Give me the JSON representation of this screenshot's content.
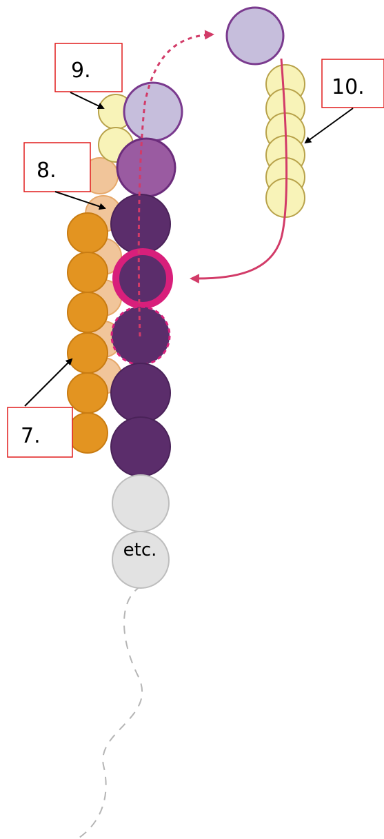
{
  "labels": {
    "step7": "7.",
    "step8": "8.",
    "step9": "9.",
    "step10": "10."
  },
  "etc_text": "etc.",
  "colors": {
    "orange": "#e39421",
    "orange_light": "#f1c59a",
    "cream": "#f8f3b8",
    "lavender": "#c6bedc",
    "purple_mid": "#9a5ba1",
    "purple_dark": "#5b2d6b",
    "grey": "#e2e2e2",
    "thread": "#d23b68",
    "label_border": "#e01b1b"
  }
}
